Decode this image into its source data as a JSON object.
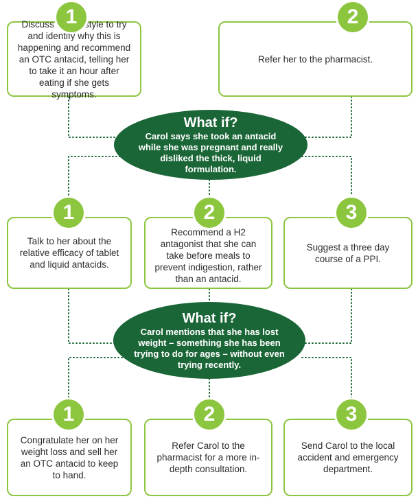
{
  "row1": {
    "options": [
      {
        "number": "1",
        "text": "Discuss her lifestyle to try and identify why this is happening and recommend an OTC antacid, telling her to take it an hour after eating if she gets symptoms."
      },
      {
        "number": "2",
        "text": "Refer her to the pharmacist."
      }
    ]
  },
  "whatif1": {
    "title": "What if?",
    "text": "Carol says she took an antacid while she was pregnant and really disliked the thick, liquid formulation."
  },
  "row2": {
    "options": [
      {
        "number": "1",
        "text": "Talk to her about the relative efficacy of tablet and liquid antacids."
      },
      {
        "number": "2",
        "text": "Recommend a H2 antagonist that she can take before meals to prevent indigestion, rather than an antacid."
      },
      {
        "number": "3",
        "text": "Suggest a three day course of a PPI."
      }
    ]
  },
  "whatif2": {
    "title": "What if?",
    "text": "Carol mentions that she has lost weight – something she has been trying to do for ages – without even trying recently."
  },
  "row3": {
    "options": [
      {
        "number": "1",
        "text": "Congratulate her on her weight loss and sell her an OTC antacid to keep to hand."
      },
      {
        "number": "2",
        "text": "Refer Carol to the pharmacist for a more in-depth consultation."
      },
      {
        "number": "3",
        "text": "Send Carol to the local accident and emergency department."
      }
    ]
  },
  "colors": {
    "accent_green": "#8cc63f",
    "dark_green": "#1b6637",
    "connector": "#1b6637"
  }
}
